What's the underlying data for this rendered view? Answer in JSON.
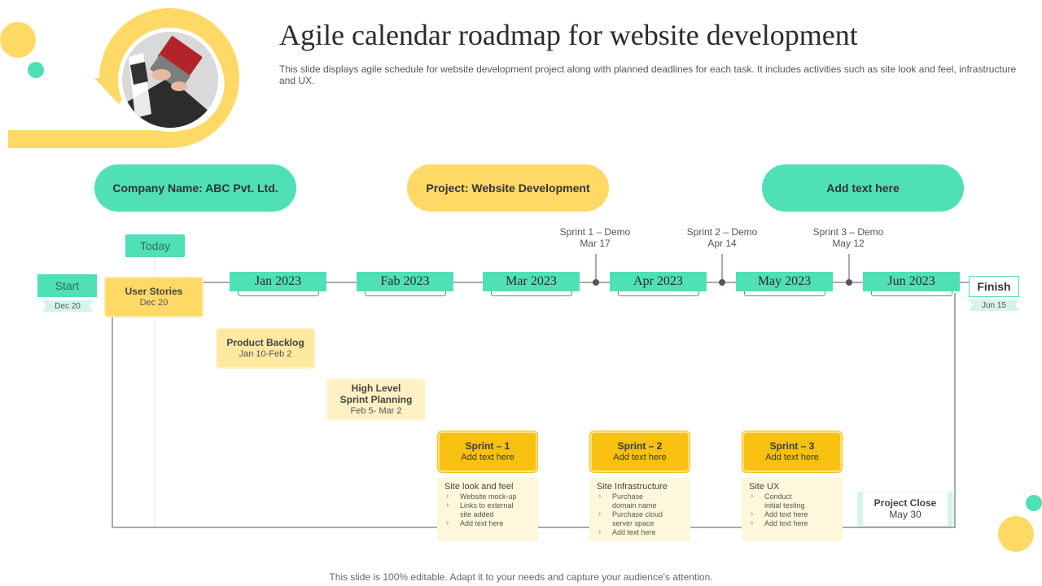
{
  "header": {
    "title": "Agile calendar roadmap for website development",
    "subtitle": "This slide displays agile schedule for website development project along with planned deadlines for each task. It includes activities such as site look and feel, infrastructure and UX."
  },
  "pills": {
    "company": "Company Name: ABC Pvt. Ltd.",
    "project": "Project: Website Development",
    "extra": "Add text here"
  },
  "today_label": "Today",
  "months": [
    "Jan 2023",
    "Fab 2023",
    "Mar 2023",
    "Apr 2023",
    "May 2023",
    "Jun 2023"
  ],
  "sprint_demos": [
    {
      "title": "Sprint 1 – Demo",
      "date": "Mar 17"
    },
    {
      "title": "Sprint 2 – Demo",
      "date": "Apr 14"
    },
    {
      "title": "Sprint 3 – Demo",
      "date": "May 12"
    }
  ],
  "start": {
    "label": "Start",
    "date": "Dec 20"
  },
  "finish": {
    "label": "Finish",
    "date": "Jun 15"
  },
  "tasks": {
    "user_stories": {
      "title": "User Stories",
      "date": "Dec 20"
    },
    "product_backlog": {
      "title": "Product Backlog",
      "date": "Jan 10-Feb 2"
    },
    "sprint_planning": {
      "title_1": "High Level",
      "title_2": "Sprint Planning",
      "date": "Feb 5- Mar 2"
    }
  },
  "sprints": [
    {
      "title": "Sprint – 1",
      "sub": "Add text here",
      "detail_head": "Site look and feel",
      "items": [
        [
          "Website mock-up"
        ],
        [
          "Links to external",
          "site added"
        ],
        [
          "Add text here"
        ]
      ]
    },
    {
      "title": "Sprint – 2",
      "sub": "Add text here",
      "detail_head": "Site Infrastructure",
      "items": [
        [
          "Purchase",
          "domain name"
        ],
        [
          "Purchase cloud",
          "server space"
        ],
        [
          "Add text here"
        ]
      ]
    },
    {
      "title": "Sprint – 3",
      "sub": "Add text here",
      "detail_head": "Site UX",
      "items": [
        [
          "Conduct",
          "initial testing"
        ],
        [
          "Add text here"
        ],
        [
          "Add text here"
        ]
      ]
    }
  ],
  "project_close": {
    "title": "Project Close",
    "date": "May 30"
  },
  "footer": "This slide is 100% editable. Adapt it to your needs and capture your audience's attention.",
  "colors": {
    "green": "#4fe0b6",
    "yellow": "#ffd966",
    "gold": "#f8c010",
    "cream": "#fff7dc"
  }
}
